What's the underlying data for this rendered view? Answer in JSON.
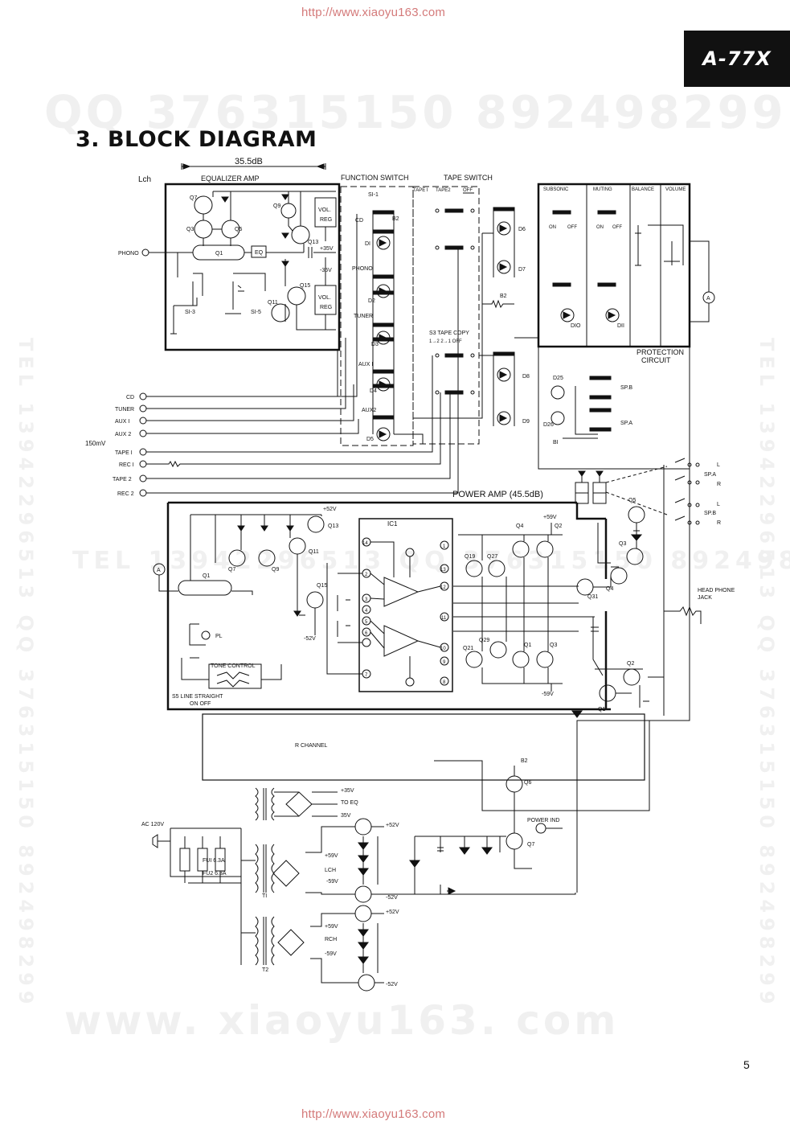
{
  "header": {
    "url": "http://www.xiaoyu163.com",
    "model": "A-77X",
    "heading": "3. BLOCK DIAGRAM"
  },
  "watermarks": {
    "qq": "QQ 376315150   892498299",
    "tel": "TEL 13942296513   QQ 376315150   892498299",
    "www": "www. xiaoyu163. com"
  },
  "diagram": {
    "lch": "Lch",
    "gain_eq": "35.5dB",
    "equalizer_amp": "EQUALIZER AMP",
    "function_switch": "FUNCTION SWITCH",
    "tape_switch": "TAPE SWITCH",
    "tape1": "TAPE I",
    "tape2": "TAPE2",
    "tape_off": "OFF",
    "subsonic": "SUBSONIC",
    "muting": "MUTING",
    "balance": "BALANCE",
    "volume": "VOLUME",
    "on": "ON",
    "off": "OFF",
    "phono_in": "PHONO",
    "eq": "EQ",
    "vol_reg": "VOL. REG",
    "plus35": "+35V",
    "minus35": "-35V",
    "s1_1": "SI-1",
    "s1_3": "SI-3",
    "s1_5": "SI-5",
    "b2": "B2",
    "cd": "CD",
    "phono": "PHONO",
    "tuner": "TUNER",
    "aux1": "AUX I",
    "aux2": "AUX2",
    "tape_copy": "S3 TAPE COPY",
    "tape_copy_opts": "1→2 2→1 OFF",
    "protection": "PROTECTION CIRCUIT",
    "spb": "SP.B",
    "spa": "SP.A",
    "b1": "BI",
    "l": "L",
    "r": "R",
    "inputs": [
      "CD",
      "TUNER",
      "AUX I",
      "AUX 2",
      "TAPE I",
      "REC I",
      "TAPE 2",
      "REC 2"
    ],
    "level": "150mV",
    "power_amp": "POWER AMP (45.5dB)",
    "plus52": "+52V",
    "minus52": "-52V",
    "plus59": "+59V",
    "minus59": "-59V",
    "ic1": "IC1",
    "tone_control": "TONE CONTROL",
    "s5": "S5 LINE STRAIGHT",
    "s5_opts": "ON    OFF",
    "pl": "PL",
    "headphone": "HEAD PHONE JACK",
    "r_channel": "R CHANNEL",
    "to_eq": "TO EQ",
    "plus35b": "+35V",
    "minus35b": "35V",
    "ac": "AC 120V",
    "fu1": "FUI 6.3A",
    "fu2": "FU2 6.3A",
    "t1": "TI",
    "t2": "T2",
    "lch_sup": "LCH",
    "rch_sup": "RCH",
    "power_ind": "POWER IND",
    "a": "A",
    "q": {
      "q7": "Q7",
      "q3": "Q3",
      "q5": "Q5",
      "q1": "Q1",
      "q9": "Q9",
      "q13": "Q13",
      "q11": "Q11",
      "q15": "Q15",
      "q19": "Q19",
      "q27": "Q27",
      "q21": "Q21",
      "q29": "Q29",
      "q31": "Q31",
      "q2": "Q2",
      "q4": "Q4",
      "q6": "Q6"
    },
    "d": {
      "d1": "DI",
      "d2": "D2",
      "d3": "D3",
      "d4": "D4",
      "d5": "D5",
      "d6": "D6",
      "d7": "D7",
      "d8": "D8",
      "d9": "D9",
      "d10": "DIO",
      "d11": "DII",
      "d25": "D25",
      "d26": "D26"
    }
  },
  "page_number": "5"
}
